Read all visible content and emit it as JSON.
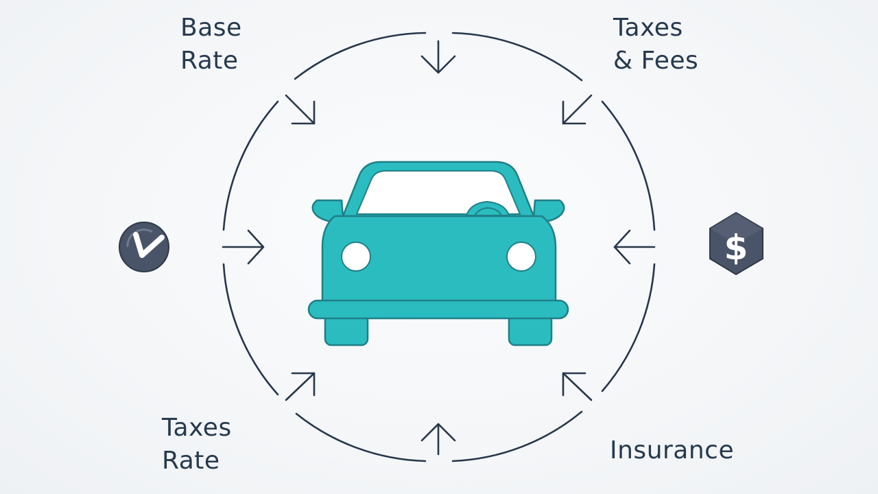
{
  "labels": {
    "base_rate": [
      "Base",
      "Rate"
    ],
    "taxes_fees": [
      "Taxes",
      "& Fees"
    ],
    "taxes_rate": [
      "Taxes",
      "Rate"
    ],
    "insurance": "Insurance"
  },
  "icons": {
    "center": "car-icon",
    "left": "clock-check-icon",
    "right": "dollar-hexagon-icon"
  },
  "colors": {
    "text": "#27394d",
    "ring": "#27364a",
    "car": "#2bbcc0",
    "car_outline": "#1f7f86",
    "icon_dark": "#3f4a5e"
  }
}
